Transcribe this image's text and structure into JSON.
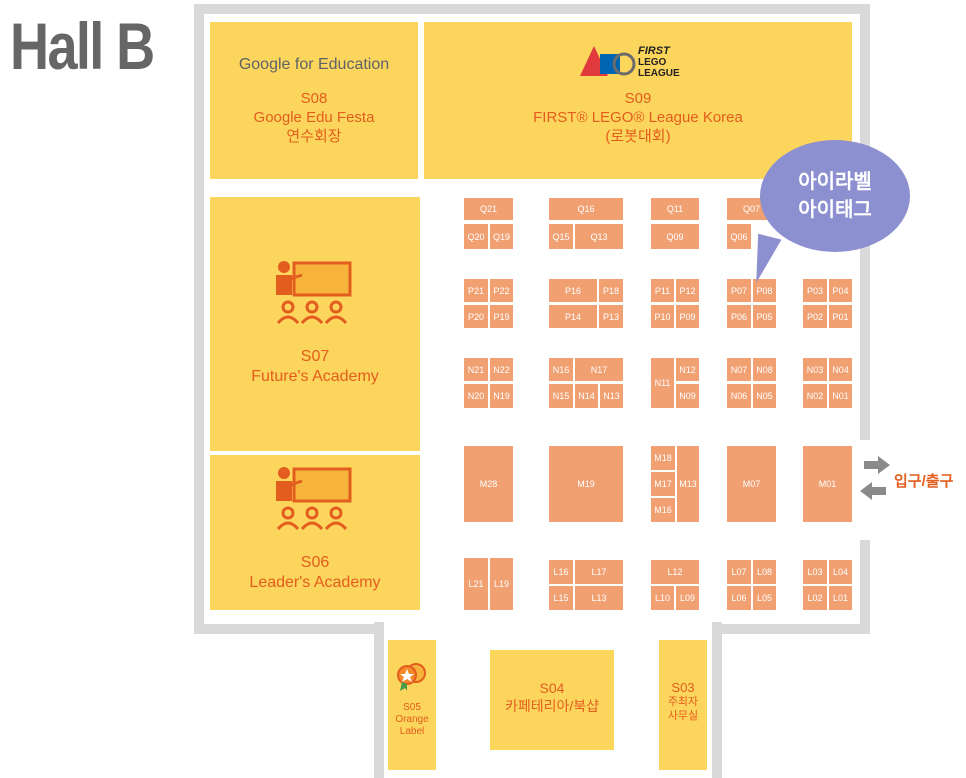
{
  "hall_title": "Hall B",
  "zones": {
    "s08": {
      "logo": "Google for Education",
      "code": "S08",
      "name": "Google Edu Festa",
      "sub": "연수회장"
    },
    "s09": {
      "logo": "FIRST LEGO LEAGUE",
      "code": "S09",
      "name": "FIRST® LEGO® League Korea",
      "sub": "(로봇대회)"
    },
    "s07": {
      "code": "S07",
      "name": "Future's Academy"
    },
    "s06": {
      "code": "S06",
      "name": "Leader's Academy"
    },
    "s05": {
      "code": "S05",
      "name1": "Orange",
      "name2": "Label"
    },
    "s04": {
      "code": "S04",
      "name": "카페테리아/북샵"
    },
    "s03": {
      "code": "S03",
      "name1": "주최자",
      "name2": "사무실"
    }
  },
  "bubble": {
    "line1": "아이라벨",
    "line2": "아이태그"
  },
  "entrance_label": "입구/출구",
  "booths": {
    "q": [
      "Q21",
      "Q20",
      "Q19",
      "Q16",
      "Q15",
      "Q13",
      "Q11",
      "Q09",
      "Q07",
      "Q06"
    ],
    "p": [
      "P21",
      "P22",
      "P20",
      "P19",
      "P16",
      "P18",
      "P14",
      "P13",
      "P11",
      "P12",
      "P10",
      "P09",
      "P07",
      "P08",
      "P06",
      "P05",
      "P03",
      "P04",
      "P02",
      "P01"
    ],
    "n": [
      "N21",
      "N22",
      "N20",
      "N19",
      "N16",
      "N17",
      "N15",
      "N14",
      "N13",
      "N11",
      "N12",
      "N09",
      "N07",
      "N08",
      "N06",
      "N05",
      "N03",
      "N04",
      "N02",
      "N01"
    ],
    "m": [
      "M28",
      "M19",
      "M18",
      "M17",
      "M16",
      "M13",
      "M07",
      "M01"
    ],
    "l": [
      "L21",
      "L19",
      "L16",
      "L17",
      "L15",
      "L13",
      "L12",
      "L10",
      "L09",
      "L07",
      "L08",
      "L06",
      "L05",
      "L03",
      "L04",
      "L02",
      "L01"
    ]
  },
  "colors": {
    "zone": "#fcd55c",
    "booth": "#f1a072",
    "wall": "#d9d9d9",
    "accent": "#e35d1e",
    "bubble": "#8c8fd0"
  }
}
